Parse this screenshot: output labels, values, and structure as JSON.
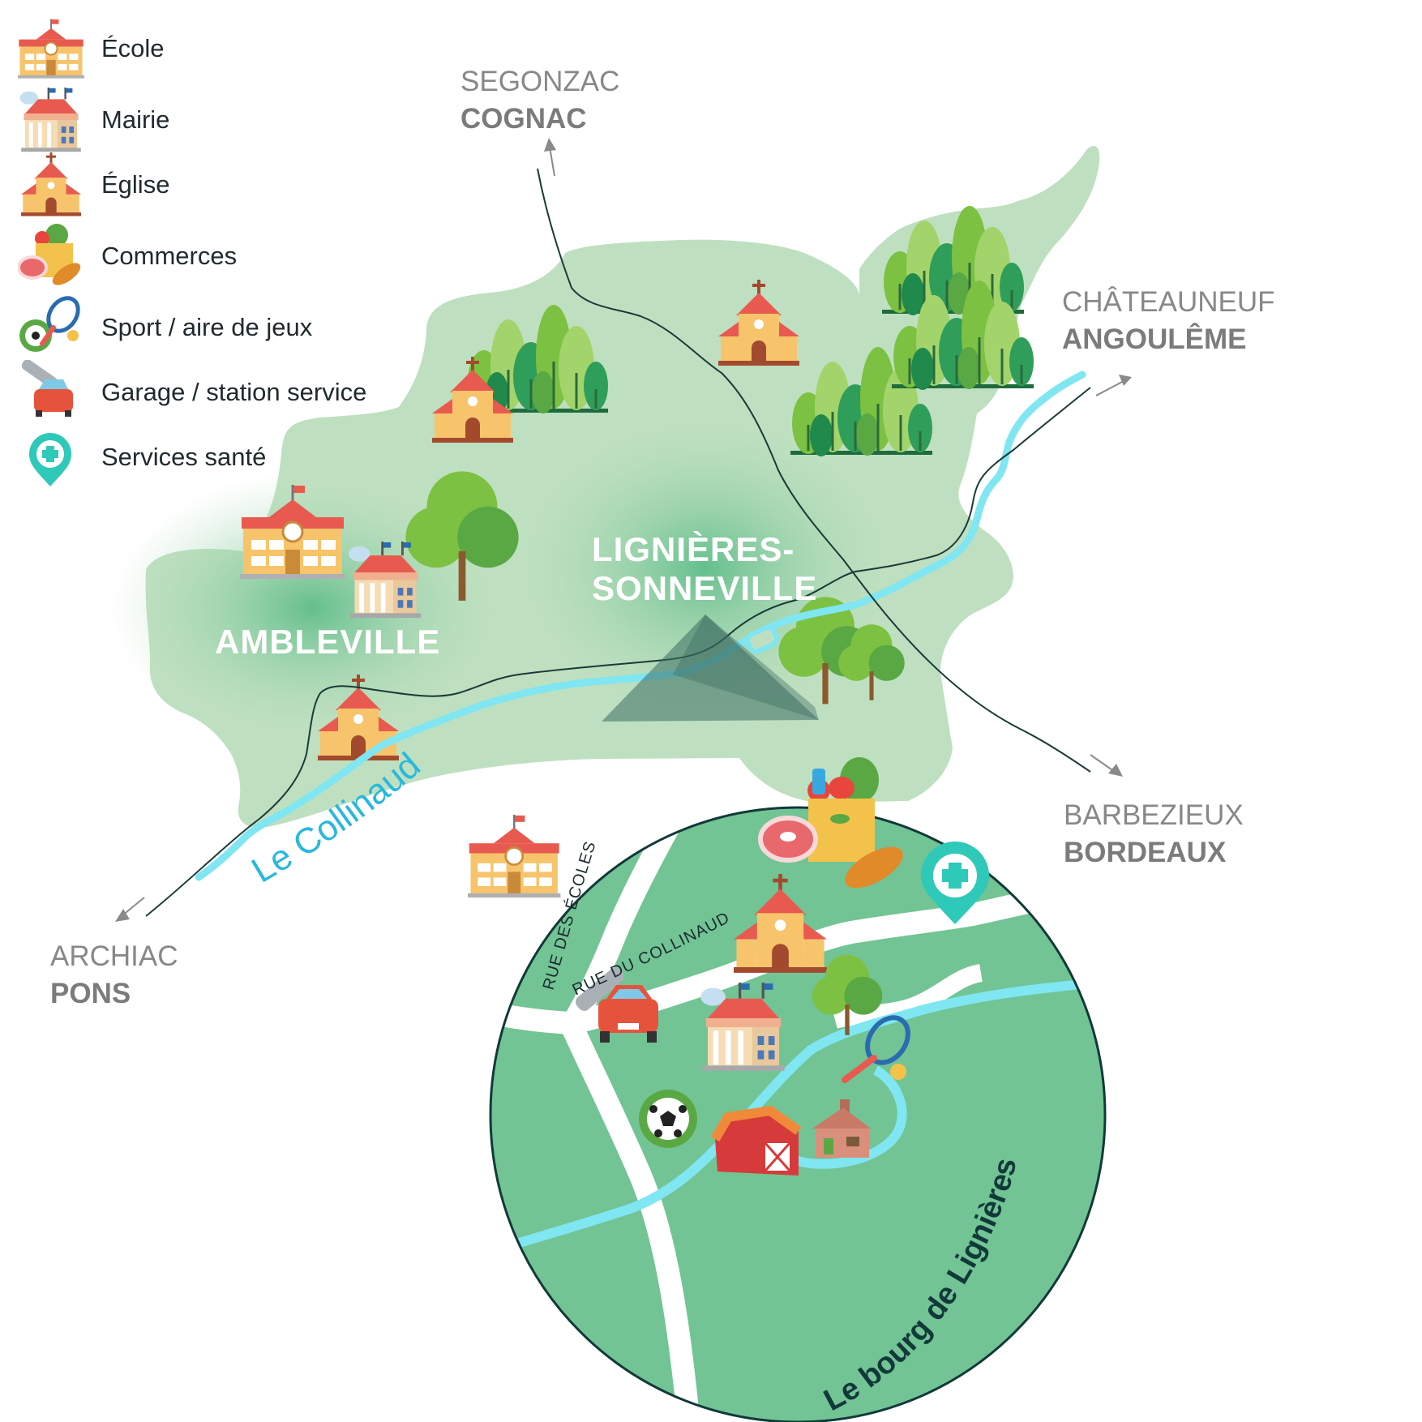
{
  "legend": [
    {
      "label": "École",
      "icon": "school-icon"
    },
    {
      "label": "Mairie",
      "icon": "town-hall-icon"
    },
    {
      "label": "Église",
      "icon": "church-icon"
    },
    {
      "label": "Commerces",
      "icon": "shops-icon"
    },
    {
      "label": "Sport / aire de jeux",
      "icon": "sport-icon"
    },
    {
      "label": "Garage / station service",
      "icon": "garage-icon"
    },
    {
      "label": "Services santé",
      "icon": "health-icon"
    }
  ],
  "destinations": {
    "north": {
      "line1": "SEGONZAC",
      "line2": "COGNAC"
    },
    "east": {
      "line1": "CHÂTEAUNEUF",
      "line2": "ANGOULÊME"
    },
    "southeast": {
      "line1": "BARBEZIEUX",
      "line2": "BORDEAUX"
    },
    "southwest": {
      "line1": "ARCHIAC",
      "line2": "PONS"
    }
  },
  "towns": {
    "ambleville": "AMBLEVILLE",
    "lignieres_line1": "LIGNIÈRES-",
    "lignieres_line2": "SONNEVILLE"
  },
  "river": "Le Collinaud",
  "inset": {
    "title": "Le bourg de Lignières",
    "street_ecoles": "RUE DES ÉCOLES",
    "street_collinaud": "RUE DU COLLINAUD"
  },
  "colors": {
    "land": "#bfe0c0",
    "land_center": "#6cc394",
    "inset": "#72c494",
    "river": "#7fe6f2",
    "river_label": "#29b8dc",
    "road_line": "#1c3a38",
    "inset_title": "#12393a",
    "health": "#2ec9b8"
  }
}
